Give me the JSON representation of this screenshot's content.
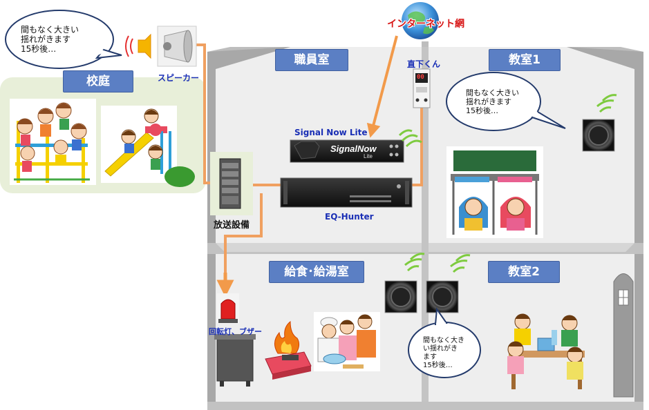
{
  "colors": {
    "wall": "#c9c9c9",
    "roof": "#b9b9b9",
    "room_fill": "#eeeeee",
    "label_blue": "#5b7fc4",
    "cable_orange": "#f0a060",
    "arrow_orange": "#f29a4a",
    "wave_green": "#7ecb3f",
    "yard_bg": "#e8efd9",
    "red_text": "#d81818",
    "blue_text": "#1a2fb5"
  },
  "rooms": {
    "schoolyard": "校庭",
    "staff_room": "職員室",
    "classroom1": "教室1",
    "kitchen": "給食･給湯室",
    "classroom2": "教室2"
  },
  "devices": {
    "speaker": "スピーカー",
    "internet": "インターネット網",
    "chokka": "直下くん",
    "signal_now_lite": "Signal Now Lite",
    "eq_hunter": "EQ-Hunter",
    "broadcast": "放送設備",
    "beacon": "回転灯、ブザー",
    "signalnow_logo": "SignalNow",
    "signalnow_logo_sub": "Lite",
    "chokka_display": "00"
  },
  "bubbles": {
    "yard": [
      "間もなく大きい",
      "揺れがきます",
      "15秒後…"
    ],
    "class1": [
      "間もなく大きい",
      "揺れがきます",
      "15秒後…"
    ],
    "class2": [
      "間もなく大き",
      "い揺れがき",
      "ます",
      "15秒後…"
    ]
  },
  "icons": [
    "speaker-horn-icon",
    "globe-icon",
    "ceiling-speaker-icon",
    "sound-wave-icon",
    "rotating-light-icon",
    "fire-icon"
  ]
}
